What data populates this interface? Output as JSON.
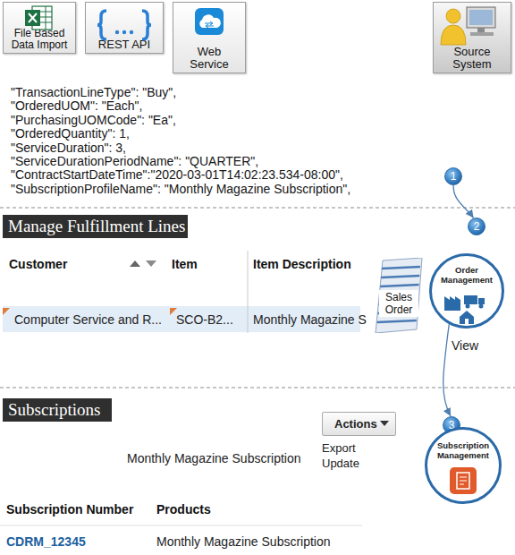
{
  "diagram": {
    "nodes": [
      {
        "text": [
          "File Based Data Import"
        ]
      },
      {
        "text": [
          "REST API"
        ]
      },
      {
        "text": [
          "Web Service"
        ]
      },
      {
        "text": [
          "Source System"
        ]
      },
      {
        "text": [
          "1"
        ]
      },
      {
        "text": [
          "Manage Fulfillment Lines"
        ]
      },
      {
        "text": [
          "2"
        ]
      },
      {
        "text": [
          "Sales Order"
        ]
      },
      {
        "text": [
          "Order Management"
        ]
      },
      {
        "text": [
          "Subscriptions"
        ]
      },
      {
        "text": [
          "3"
        ]
      },
      {
        "text": [
          "Actions"
        ]
      },
      {
        "text": [
          "Subscription Management"
        ]
      }
    ],
    "edges": [
      {
        "from": 4,
        "to": 6,
        "arrow": "to"
      },
      {
        "from": 8,
        "to": 10,
        "arrow": "to"
      }
    ],
    "labels": [
      "\"TransactionLineType\": \"Buy\",",
      "\"OrderedUOM\": \"Each\",",
      "\"PurchasingUOMCode\": \"Ea\",",
      "\"OrderedQuantity\": 1,",
      "\"ServiceDuration\": 3,",
      "\"ServiceDurationPeriodName\": \"QUARTER\",",
      "\"ContractStartDateTime\":\"2020-03-01T14:02:23.534-08:00\",",
      "\"SubscriptionProfileName\": \"Monthly Magazine Subscription\",",
      "Customer",
      "Item",
      "Item Description",
      "Computer Service and R...",
      "SCO-B2...",
      "Monthly Magazine S",
      "View",
      "Export",
      "Update",
      "Monthly Magazine Subscription",
      "Subscription Number",
      "Products",
      "CDRM_12345",
      "Monthly Magazine Subscription"
    ]
  }
}
